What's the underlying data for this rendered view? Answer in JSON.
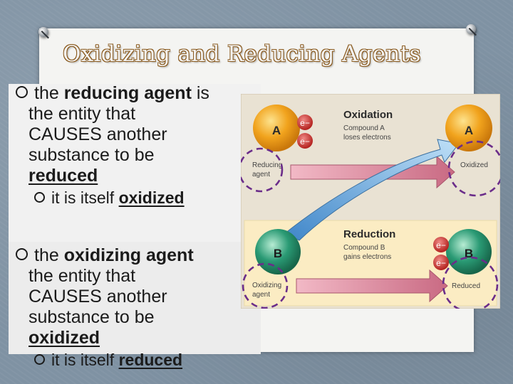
{
  "slide": {
    "title": "Oxidizing and Reducing Agents",
    "bullet1": {
      "bold_term": "reducing agent",
      "line1_pre": "the ",
      "line1_post": " is",
      "line2": "the entity that",
      "line3": "CAUSES another",
      "line4": "substance to be",
      "line5": "reduced",
      "sub_pre": "it is itself ",
      "sub_bold": "oxidized"
    },
    "bullet2": {
      "bold_term": "oxidizing agent",
      "line1_pre": "the ",
      "line2": "the entity that",
      "line3": "CAUSES another",
      "line4": "substance to be",
      "line5": "oxidized",
      "sub_pre": "it is itself ",
      "sub_bold": "reduced"
    }
  },
  "diagram": {
    "oxidation_heading": "Oxidation",
    "oxidation_desc_1": "Compound A",
    "oxidation_desc_2": "loses electrons",
    "reduction_heading": "Reduction",
    "reduction_desc_1": "Compound B",
    "reduction_desc_2": "gains electrons",
    "atom_a": "A",
    "atom_b": "B",
    "electron": "e−",
    "label_reducing_1": "Reducing",
    "label_reducing_2": "agent",
    "label_oxidized": "Oxidized",
    "label_oxidizing_1": "Oxidizing",
    "label_oxidizing_2": "agent",
    "label_reduced": "Reduced"
  },
  "colors": {
    "background": "#7f92a3",
    "title_outline": "#8a5a1e",
    "atom_orange": "#f1a31d",
    "atom_green": "#2a9a74",
    "arrow_pink": "#d9879b",
    "arrow_blue": "#5fa1d9",
    "dashed_circle": "#6b2d8a",
    "diagram_top_bg": "#e9e2d3",
    "diagram_bottom_bg": "#fbecc3"
  }
}
